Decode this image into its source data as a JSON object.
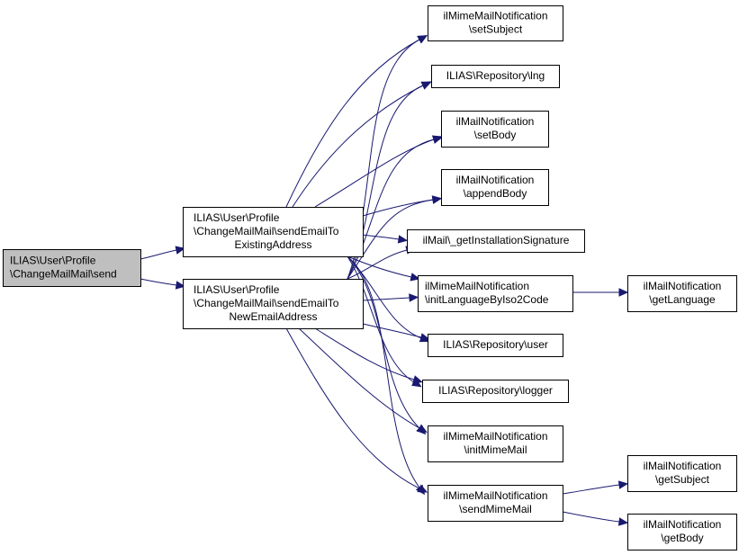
{
  "diagram": {
    "type": "call-graph",
    "colors": {
      "edge": "#191970",
      "node_border": "#000000",
      "node_fill": "#ffffff",
      "root_fill": "#bfbfbf"
    },
    "nodes": [
      {
        "id": "send",
        "lines": [
          "ILIAS\\User\\Profile",
          "\\ChangeMailMail\\send"
        ],
        "root": true,
        "align": "start"
      },
      {
        "id": "existing",
        "lines": [
          "ILIAS\\User\\Profile",
          "\\ChangeMailMail\\sendEmailTo",
          "ExistingAddress"
        ],
        "align": "mixed"
      },
      {
        "id": "newaddr",
        "lines": [
          "ILIAS\\User\\Profile",
          "\\ChangeMailMail\\sendEmailTo",
          "NewEmailAddress"
        ],
        "align": "mixed"
      },
      {
        "id": "setSubject",
        "lines": [
          "ilMimeMailNotification",
          "\\setSubject"
        ]
      },
      {
        "id": "lng",
        "lines": [
          "ILIAS\\Repository\\lng"
        ]
      },
      {
        "id": "setBody",
        "lines": [
          "ilMailNotification",
          "\\setBody"
        ]
      },
      {
        "id": "appendBody",
        "lines": [
          "ilMailNotification",
          "\\appendBody"
        ]
      },
      {
        "id": "sig",
        "lines": [
          "ilMail\\_getInstallationSignature"
        ]
      },
      {
        "id": "initLang",
        "lines": [
          "ilMimeMailNotification",
          "\\initLanguageByIso2Code"
        ],
        "align": "start"
      },
      {
        "id": "getLanguage",
        "lines": [
          "ilMailNotification",
          "\\getLanguage"
        ]
      },
      {
        "id": "user",
        "lines": [
          "ILIAS\\Repository\\user"
        ]
      },
      {
        "id": "logger",
        "lines": [
          "ILIAS\\Repository\\logger"
        ]
      },
      {
        "id": "initMime",
        "lines": [
          "ilMimeMailNotification",
          "\\initMimeMail"
        ]
      },
      {
        "id": "sendMime",
        "lines": [
          "ilMimeMailNotification",
          "\\sendMimeMail"
        ]
      },
      {
        "id": "getSubject",
        "lines": [
          "ilMailNotification",
          "\\getSubject"
        ]
      },
      {
        "id": "getBody",
        "lines": [
          "ilMailNotification",
          "\\getBody"
        ]
      }
    ],
    "edges": [
      [
        "send",
        "existing"
      ],
      [
        "send",
        "newaddr"
      ],
      [
        "existing",
        "setSubject"
      ],
      [
        "existing",
        "lng"
      ],
      [
        "existing",
        "setBody"
      ],
      [
        "existing",
        "appendBody"
      ],
      [
        "existing",
        "sig"
      ],
      [
        "existing",
        "initLang"
      ],
      [
        "existing",
        "user"
      ],
      [
        "existing",
        "logger"
      ],
      [
        "existing",
        "initMime"
      ],
      [
        "existing",
        "sendMime"
      ],
      [
        "newaddr",
        "setSubject"
      ],
      [
        "newaddr",
        "lng"
      ],
      [
        "newaddr",
        "setBody"
      ],
      [
        "newaddr",
        "appendBody"
      ],
      [
        "newaddr",
        "sig"
      ],
      [
        "newaddr",
        "initLang"
      ],
      [
        "newaddr",
        "user"
      ],
      [
        "newaddr",
        "logger"
      ],
      [
        "newaddr",
        "initMime"
      ],
      [
        "newaddr",
        "sendMime"
      ],
      [
        "initLang",
        "getLanguage"
      ],
      [
        "sendMime",
        "getSubject"
      ],
      [
        "sendMime",
        "getBody"
      ]
    ]
  }
}
